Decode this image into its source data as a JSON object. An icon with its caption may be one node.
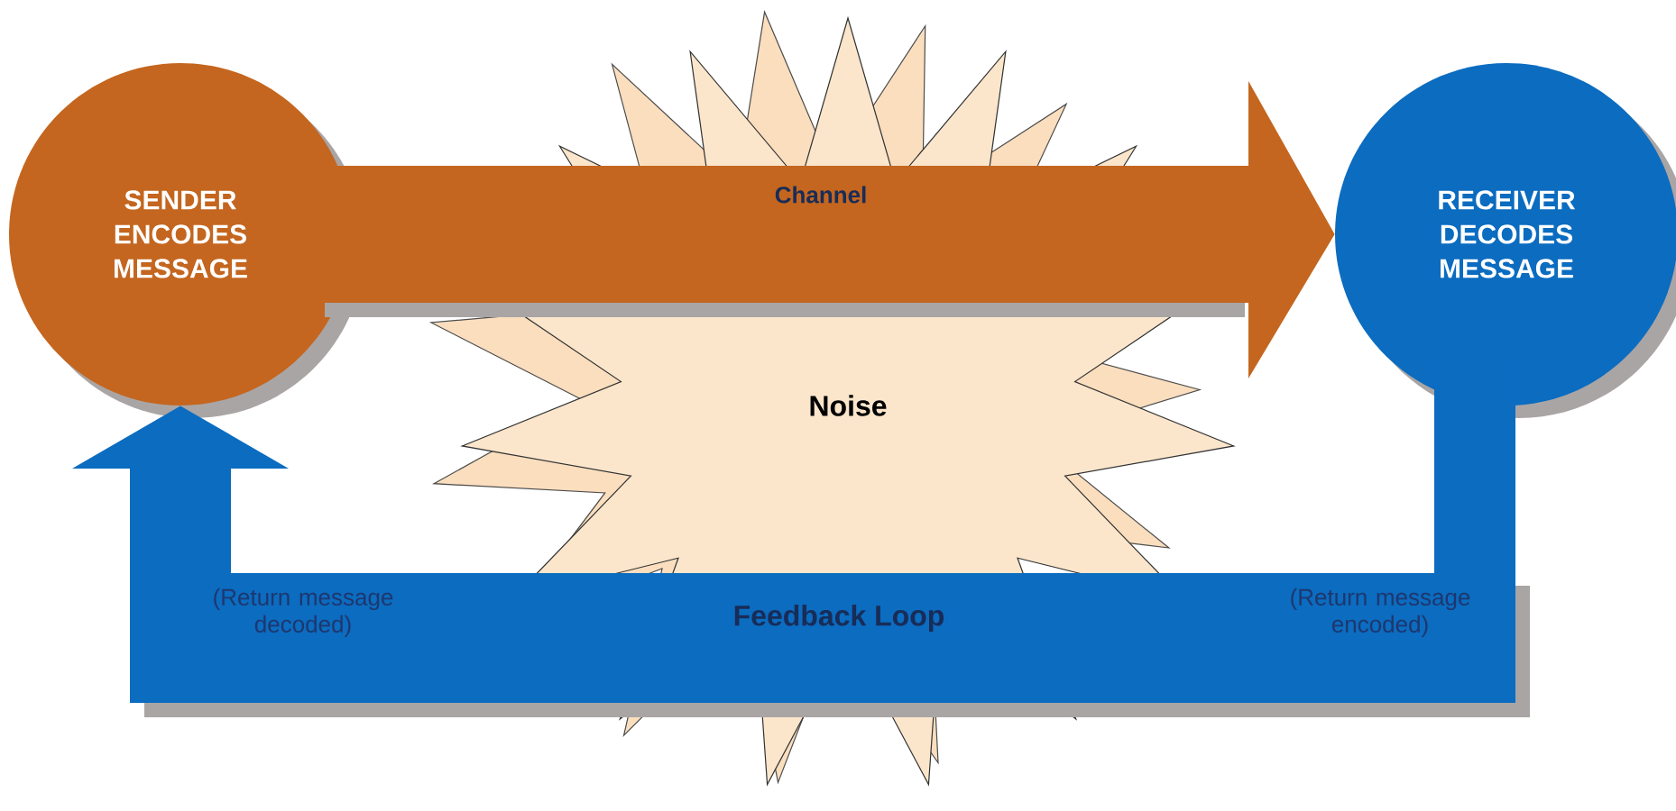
{
  "diagram": {
    "nodes": [
      {
        "text": [
          "SENDER ENCODES MESSAGE"
        ]
      },
      {
        "text": [
          "RECEIVER DECODES MESSAGE"
        ]
      },
      {
        "text": [
          "Noise"
        ]
      }
    ],
    "edges": [
      {
        "from": 0,
        "to": 1,
        "arrow": "to",
        "label": "Channel",
        "style": "thick",
        "color": "#c4661f"
      },
      {
        "from": 1,
        "to": 0,
        "arrow": "to",
        "label": "Feedback Loop",
        "style": "thick",
        "color": "#0b6cc0"
      }
    ],
    "labels": [
      "(Return message decoded)",
      "(Return message encoded)"
    ]
  }
}
